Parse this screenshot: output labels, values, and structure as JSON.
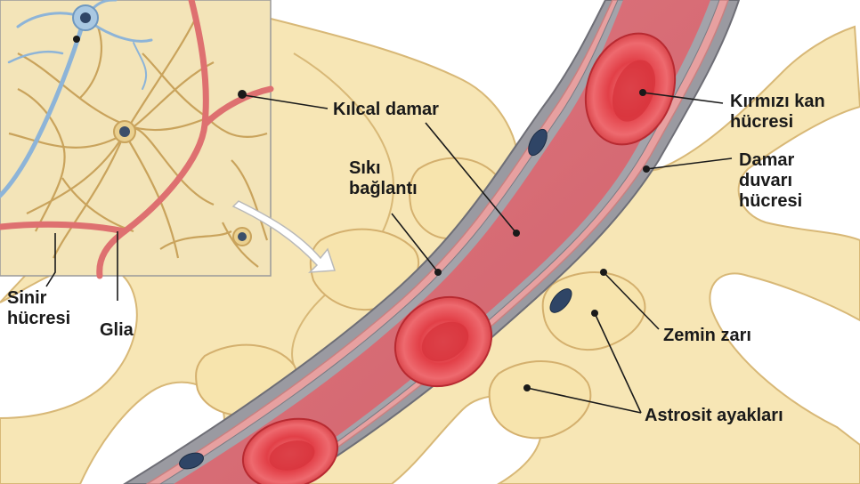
{
  "labels": {
    "kilcal_damar": "Kılcal damar",
    "siki_baglanti": [
      "Sıkı",
      "bağlantı"
    ],
    "kirmizi_kan_hucresi": [
      "Kırmızı kan",
      "hücresi"
    ],
    "damar_duvari_hucresi": [
      "Damar",
      "duvarı",
      "hücresi"
    ],
    "zemin_zari": "Zemin zarı",
    "astrosit_ayaklari": "Astrosit ayakları",
    "sinir_hucresi": [
      "Sinir",
      "hücresi"
    ],
    "glia": "Glia"
  },
  "colors": {
    "astrocyte": "#f7e6b5",
    "astrocyte_edge": "#d8b877",
    "vessel_wall": "#8f8f96",
    "vessel_lumen": "#d96b74",
    "red_blood_cell": "#e84a50",
    "neuron": "#a9c8e2",
    "inset_vessel": "#de7070",
    "nucleus": "#2f4566"
  }
}
